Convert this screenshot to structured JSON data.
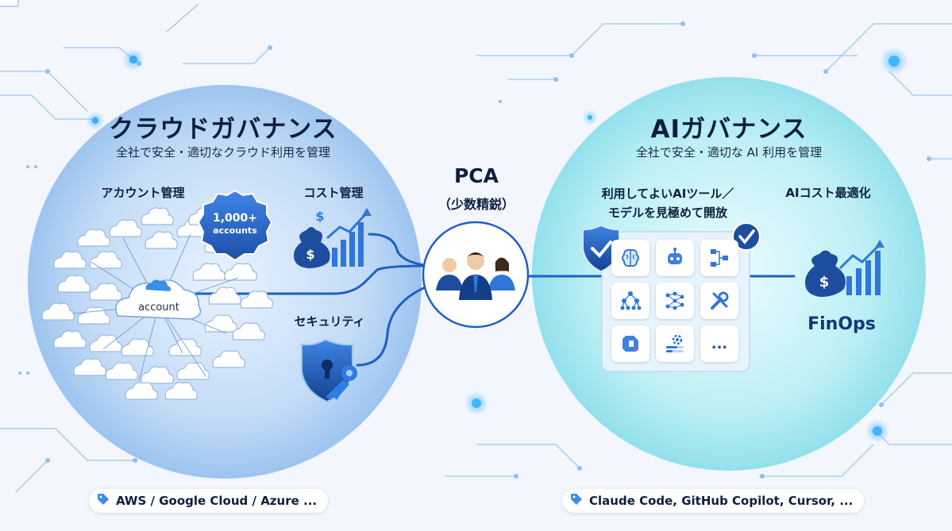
{
  "left": {
    "title": "クラウドガバナンス",
    "subtitle": "全社で安全・適切なクラウド利用を管理",
    "account_mgmt_label": "アカウント管理",
    "badge_line1": "1,000+",
    "badge_line2": "accounts",
    "center_cloud_label": "account",
    "cost_label": "コスト管理",
    "security_label": "セキュリティ",
    "providers": "AWS / Google Cloud / Azure ..."
  },
  "center": {
    "title": "PCA",
    "subtitle": "（少数精鋭）"
  },
  "right": {
    "title": "AIガバナンス",
    "subtitle": "全社で安全・適切な AI 利用を管理",
    "tools_label_line1": "利用してよいAIツール／",
    "tools_label_line2": "モデルを見極めて開放",
    "cost_label": "AIコスト最適化",
    "finops": "FinOps",
    "tools": "Claude Code, GitHub Copilot, Cursor, ...",
    "grid_more": "..."
  },
  "colors": {
    "accent": "#2f6fd6",
    "navy": "#123a78",
    "left_circle": "#a9cdf4",
    "right_circle": "#a8eaf2"
  },
  "icons": [
    "tag-icon",
    "money-bag-icon",
    "growth-chart-icon",
    "shield-key-icon",
    "people-icon",
    "shield-check-icon",
    "check-badge-icon",
    "brain-icon",
    "robot-icon",
    "flow-icon",
    "hierarchy-icon",
    "neural-net-icon",
    "tools-icon",
    "copilot-icon",
    "settings-icon"
  ]
}
